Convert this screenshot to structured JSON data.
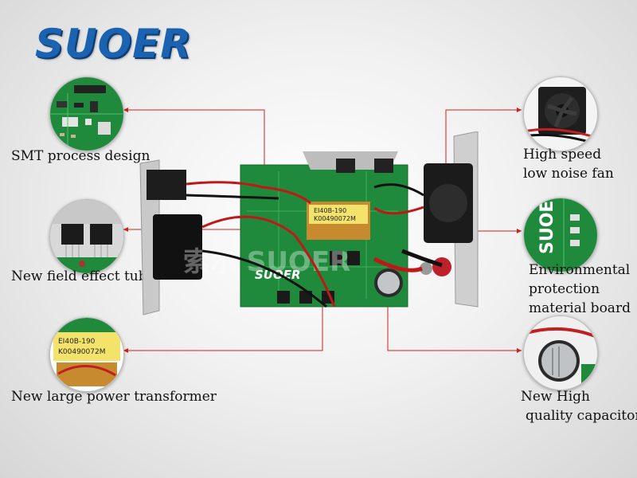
{
  "brand": {
    "logo_text": "SUOER",
    "watermark_text": "索尔 SUOER"
  },
  "features": {
    "smt": {
      "label": "SMT process design"
    },
    "fet": {
      "label": "New field effect tube"
    },
    "transformer": {
      "label": "New large power transformer",
      "part_line1": "EI40B-190",
      "part_line2": "K00490072M"
    },
    "fan": {
      "label_line1": "High speed",
      "label_line2": "low noise fan"
    },
    "board": {
      "label_line1": "Environmental",
      "label_line2": "protection",
      "label_line3": "material board"
    },
    "capacitor": {
      "label_line1": "New High",
      "label_line2": "quality capacitor"
    }
  },
  "board": {
    "brand_print": "SUOER",
    "transformer_line1": "EI40B-190",
    "transformer_line2": "K00490072M"
  },
  "colors": {
    "pcb_green": "#1f8a3c",
    "leader_red": "#d02020",
    "brand_blue": "#1b62b0"
  }
}
